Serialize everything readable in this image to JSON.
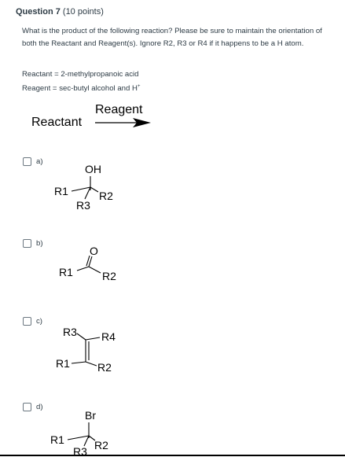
{
  "question": {
    "number_label": "Question 7",
    "points": "(10 points)",
    "prompt": "What is the product of the following reaction? Please be sure to maintain the orientation of both the Reactant and Reagent(s). Ignore R2, R3 or R4 if it happens to be a H atom.",
    "reactant_line": "Reactant = 2-methylpropanoic acid",
    "reagent_line": "Reagent = sec-butyl alcohol and H",
    "reagent_superscript": "+"
  },
  "scheme": {
    "reactant_label": "Reactant",
    "reagent_label": "Reagent"
  },
  "options": [
    {
      "letter": "a)",
      "labels": {
        "top": "OH",
        "left": "R1",
        "right": "R2",
        "bottom": "R3"
      }
    },
    {
      "letter": "b)",
      "labels": {
        "top": "O",
        "left": "R1",
        "right": "R2"
      }
    },
    {
      "letter": "c)",
      "labels": {
        "top_left": "R3",
        "top_right": "R4",
        "bottom_left": "R1",
        "bottom_right": "R2"
      }
    },
    {
      "letter": "d)",
      "labels": {
        "top": "Br",
        "left": "R1",
        "right": "R2",
        "bottom": "R3"
      }
    }
  ]
}
